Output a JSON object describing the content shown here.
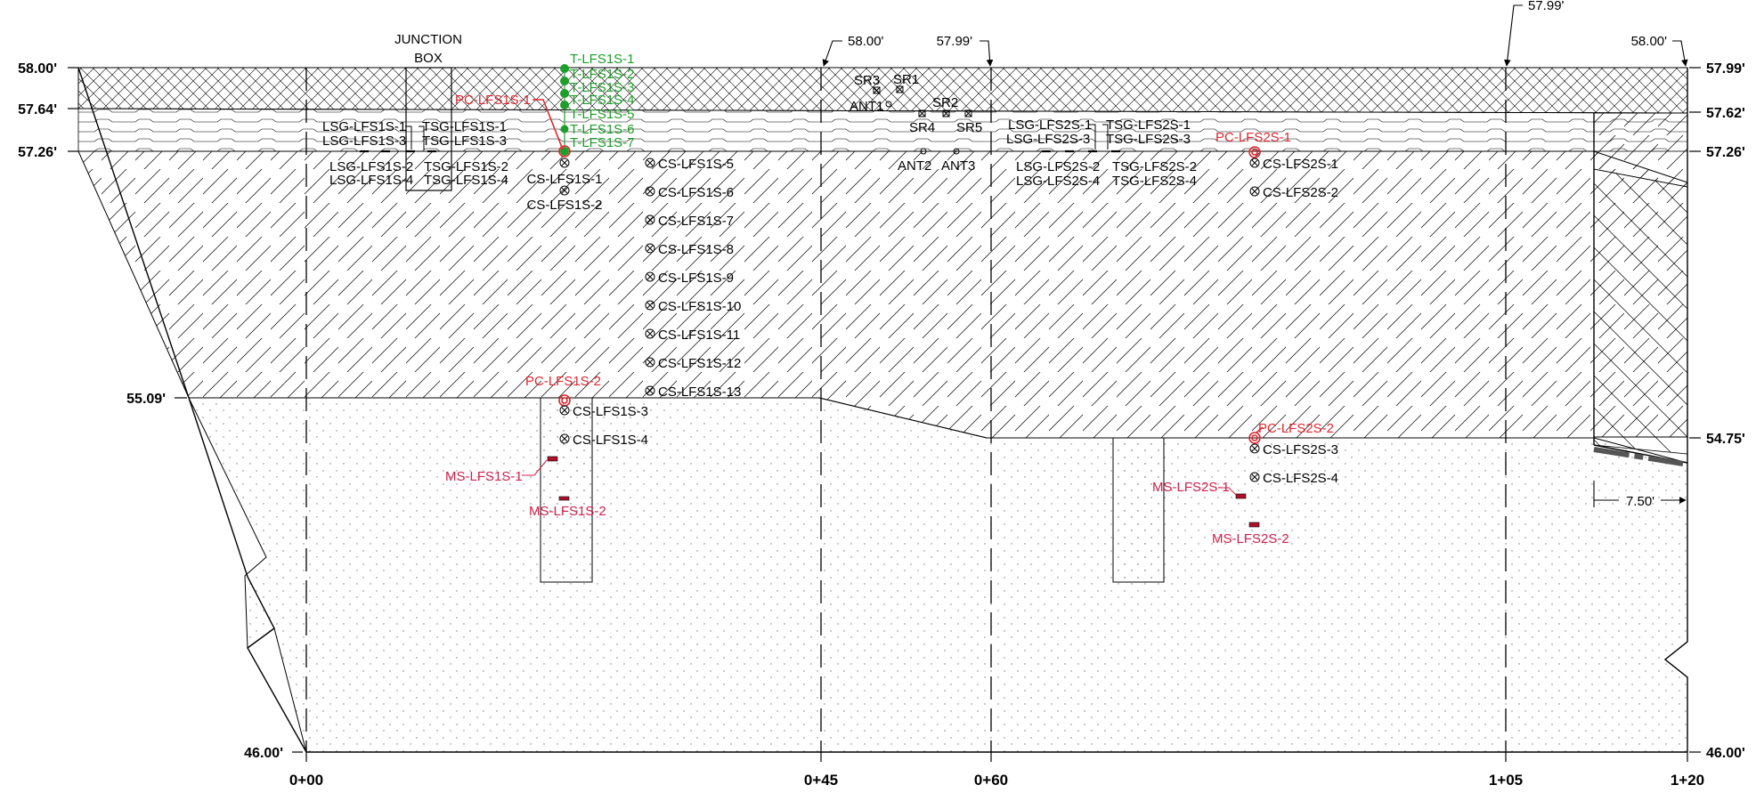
{
  "colors": {
    "line": "#000000",
    "thermistor_green": "#1e9e2a",
    "pressure_cell_red": "#e0262f",
    "moisture_sensor_red": "#d0204a",
    "moisture_fill": "#b0102a"
  },
  "left_elevations": [
    "58.00'",
    "57.64'",
    "57.26'",
    "55.09'",
    "46.00'"
  ],
  "right_elevations": [
    "57.99'",
    "57.62'",
    "57.26'",
    "54.75'",
    "46.00'"
  ],
  "top_elevations": [
    "58.00'",
    "57.99'",
    "57.99'",
    "58.00'"
  ],
  "stations": [
    "0+00",
    "0+45",
    "0+60",
    "1+05",
    "1+20"
  ],
  "junction_box": {
    "line1": "JUNCTION",
    "line2": "BOX"
  },
  "width_dim": "7.50'",
  "thermistors_1": [
    "T-LFS1S-1",
    "T-LFS1S-2",
    "T-LFS1S-3",
    "T-LFS1S-4",
    "T-LFS1S-5",
    "T-LFS1S-6",
    "T-LFS1S-7"
  ],
  "pressure_cells": {
    "p1": "PC-LFS1S-1",
    "p2": "PC-LFS1S-2",
    "p3": "PC-LFS2S-1",
    "p4": "PC-LFS2S-2"
  },
  "strain_gauges_1": {
    "a": "LSG-LFS1S-1",
    "b": "LSG-LFS1S-3",
    "c": "TSG-LFS1S-1",
    "d": "TSG-LFS1S-3",
    "e": "LSG-LFS1S-2",
    "f": "LSG-LFS1S-4",
    "g": "TSG-LFS1S-2",
    "h": "TSG-LFS1S-4"
  },
  "strain_gauges_2": {
    "a": "LSG-LFS2S-1",
    "b": "LSG-LFS2S-3",
    "c": "TSG-LFS2S-1",
    "d": "TSG-LFS2S-3",
    "e": "LSG-LFS2S-2",
    "f": "LSG-LFS2S-4",
    "g": "TSG-LFS2S-2",
    "h": "TSG-LFS2S-4"
  },
  "soil_sensors": {
    "sr3": "SR3",
    "sr1": "SR1",
    "ant1": "ANT1",
    "sr2": "SR2",
    "sr4": "SR4",
    "sr5": "SR5",
    "ant2": "ANT2",
    "ant3": "ANT3"
  },
  "cs_column_1": [
    "CS-LFS1S-1",
    "CS-LFS1S-2",
    "CS-LFS1S-3",
    "CS-LFS1S-4"
  ],
  "cs_column_mid": [
    "CS-LFS1S-5",
    "CS-LFS1S-6",
    "CS-LFS1S-7",
    "CS-LFS1S-8",
    "CS-LFS1S-9",
    "CS-LFS1S-10",
    "CS-LFS1S-11",
    "CS-LFS1S-12",
    "CS-LFS1S-13"
  ],
  "cs_column_2": [
    "CS-LFS2S-1",
    "CS-LFS2S-2",
    "CS-LFS2S-3",
    "CS-LFS2S-4"
  ],
  "moisture_sensors": {
    "m1": "MS-LFS1S-1",
    "m2": "MS-LFS1S-2",
    "m3": "MS-LFS2S-1",
    "m4": "MS-LFS2S-2"
  }
}
